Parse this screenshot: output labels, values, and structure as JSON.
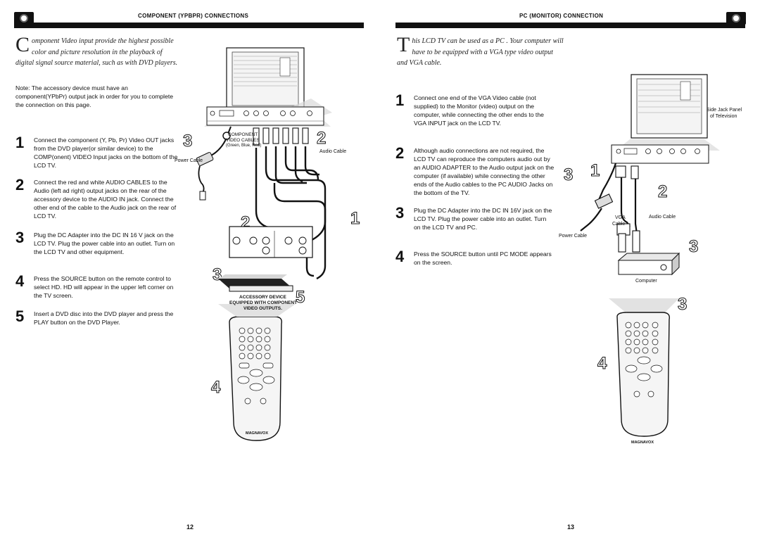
{
  "left_page": {
    "header": "COMPONENT (YPBPR) CONNECTIONS",
    "intro_dropcap": "C",
    "intro_text": "omponent Video input provide the highest possible color and picture resolution in the playback of digital signal source material, such as with DVD players.",
    "note": "Note: The accessory device must have an component(YPbPr) output jack in order for you to complete the connection on this page.",
    "steps": [
      {
        "n": "1",
        "text": "Connect the component (Y, Pb, Pr) Video OUT jacks from the DVD player(or similar device) to the COMP(onent) VIDEO Input jacks on the bottom of the LCD TV."
      },
      {
        "n": "2",
        "text": "Connect the red and white AUDIO CABLES to the Audio (left ad right) output jacks on the rear of the accessory device to the AUDIO IN jack. Connect the other end of the cable to the Audio jack on the rear of LCD TV."
      },
      {
        "n": "3",
        "text": "Plug the DC Adapter into the DC IN 16 V jack on the LCD TV. Plug the power cable into an outlet. Turn on the LCD TV and other equipment."
      },
      {
        "n": "4",
        "text": "Press the SOURCE button on the remote control to select HD. HD will appear in the upper left corner on the TV screen."
      },
      {
        "n": "5",
        "text": "Insert a DVD disc into the DVD player and press the PLAY button on the DVD Player."
      }
    ],
    "labels": {
      "component_title": "COMPONENT",
      "component_sub": "VIDEO CABLES",
      "component_colors": "(Green, Blue, Red)",
      "audio_cable": "Audio Cable",
      "power_cable": "Power Cable",
      "accessory_line1": "ACCESSORY DEVICE",
      "accessory_line2": "EQUIPPED WITH COMPONENT",
      "accessory_line3": "VIDEO OUTPUTS.",
      "brand": "MAGNAVOX"
    },
    "page_number": "12"
  },
  "right_page": {
    "header": "PC (MONITOR) CONNECTION",
    "intro_dropcap": "T",
    "intro_text": "his LCD TV can be used as a PC . Your computer will have to be equipped with a VGA type video output and VGA cable.",
    "steps": [
      {
        "n": "1",
        "text": "Connect one end of the VGA Video cable (not supplied) to the Monitor (video) output on the computer, while connecting the other ends to the VGA INPUT jack on the LCD TV."
      },
      {
        "n": "2",
        "text": "Although audio connections are not required, the LCD TV can reproduce the computers audio out by an AUDIO ADAPTER to the Audio output jack on the computer (if available) while connecting the other ends of the Audio cables to the PC AUDIO Jacks on the bottom of the TV."
      },
      {
        "n": "3",
        "text": "Plug the DC Adapter into the DC IN 16V jack on the LCD TV. Plug the power cable into an outlet. Turn on the LCD TV and PC."
      },
      {
        "n": "4",
        "text": "Press the SOURCE button until PC MODE appears on the screen."
      }
    ],
    "labels": {
      "side_jack_1": "Side Jack Panel",
      "side_jack_2": "of Television",
      "vga_cable_1": "VGA",
      "vga_cable_2": "Cable",
      "audio_cable": "Audio Cable",
      "power_cable": "Power Cable",
      "computer": "Computer",
      "brand": "MAGNAVOX"
    },
    "page_number": "13"
  },
  "colors": {
    "text": "#111111",
    "bar": "#111111",
    "diagram_gray": "#bfbfbf"
  }
}
